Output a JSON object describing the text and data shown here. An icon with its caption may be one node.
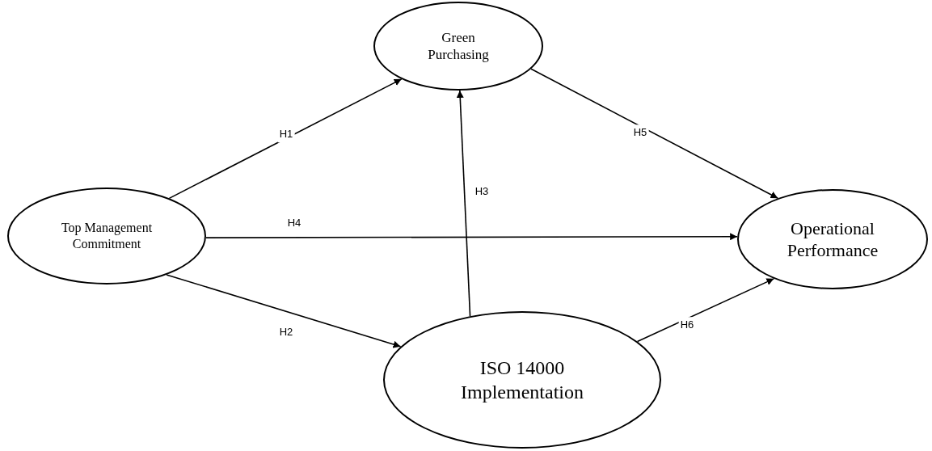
{
  "diagram": {
    "nodes": [
      {
        "text": [
          "Green Purchasing"
        ]
      },
      {
        "text": [
          "Top Management Commitment"
        ]
      },
      {
        "text": [
          "Operational Performance"
        ]
      },
      {
        "text": [
          "ISO 14000 Implementation"
        ]
      }
    ],
    "edges": [
      {
        "from": 1,
        "to": 0,
        "arrow": "to",
        "label": "H1"
      },
      {
        "from": 1,
        "to": 3,
        "arrow": "to",
        "label": "H2"
      },
      {
        "from": 3,
        "to": 0,
        "arrow": "to",
        "label": "H3"
      },
      {
        "from": 1,
        "to": 2,
        "arrow": "to",
        "label": "H4"
      },
      {
        "from": 0,
        "to": 2,
        "arrow": "to",
        "label": "H5"
      },
      {
        "from": 3,
        "to": 2,
        "arrow": "to",
        "label": "H6"
      }
    ]
  }
}
